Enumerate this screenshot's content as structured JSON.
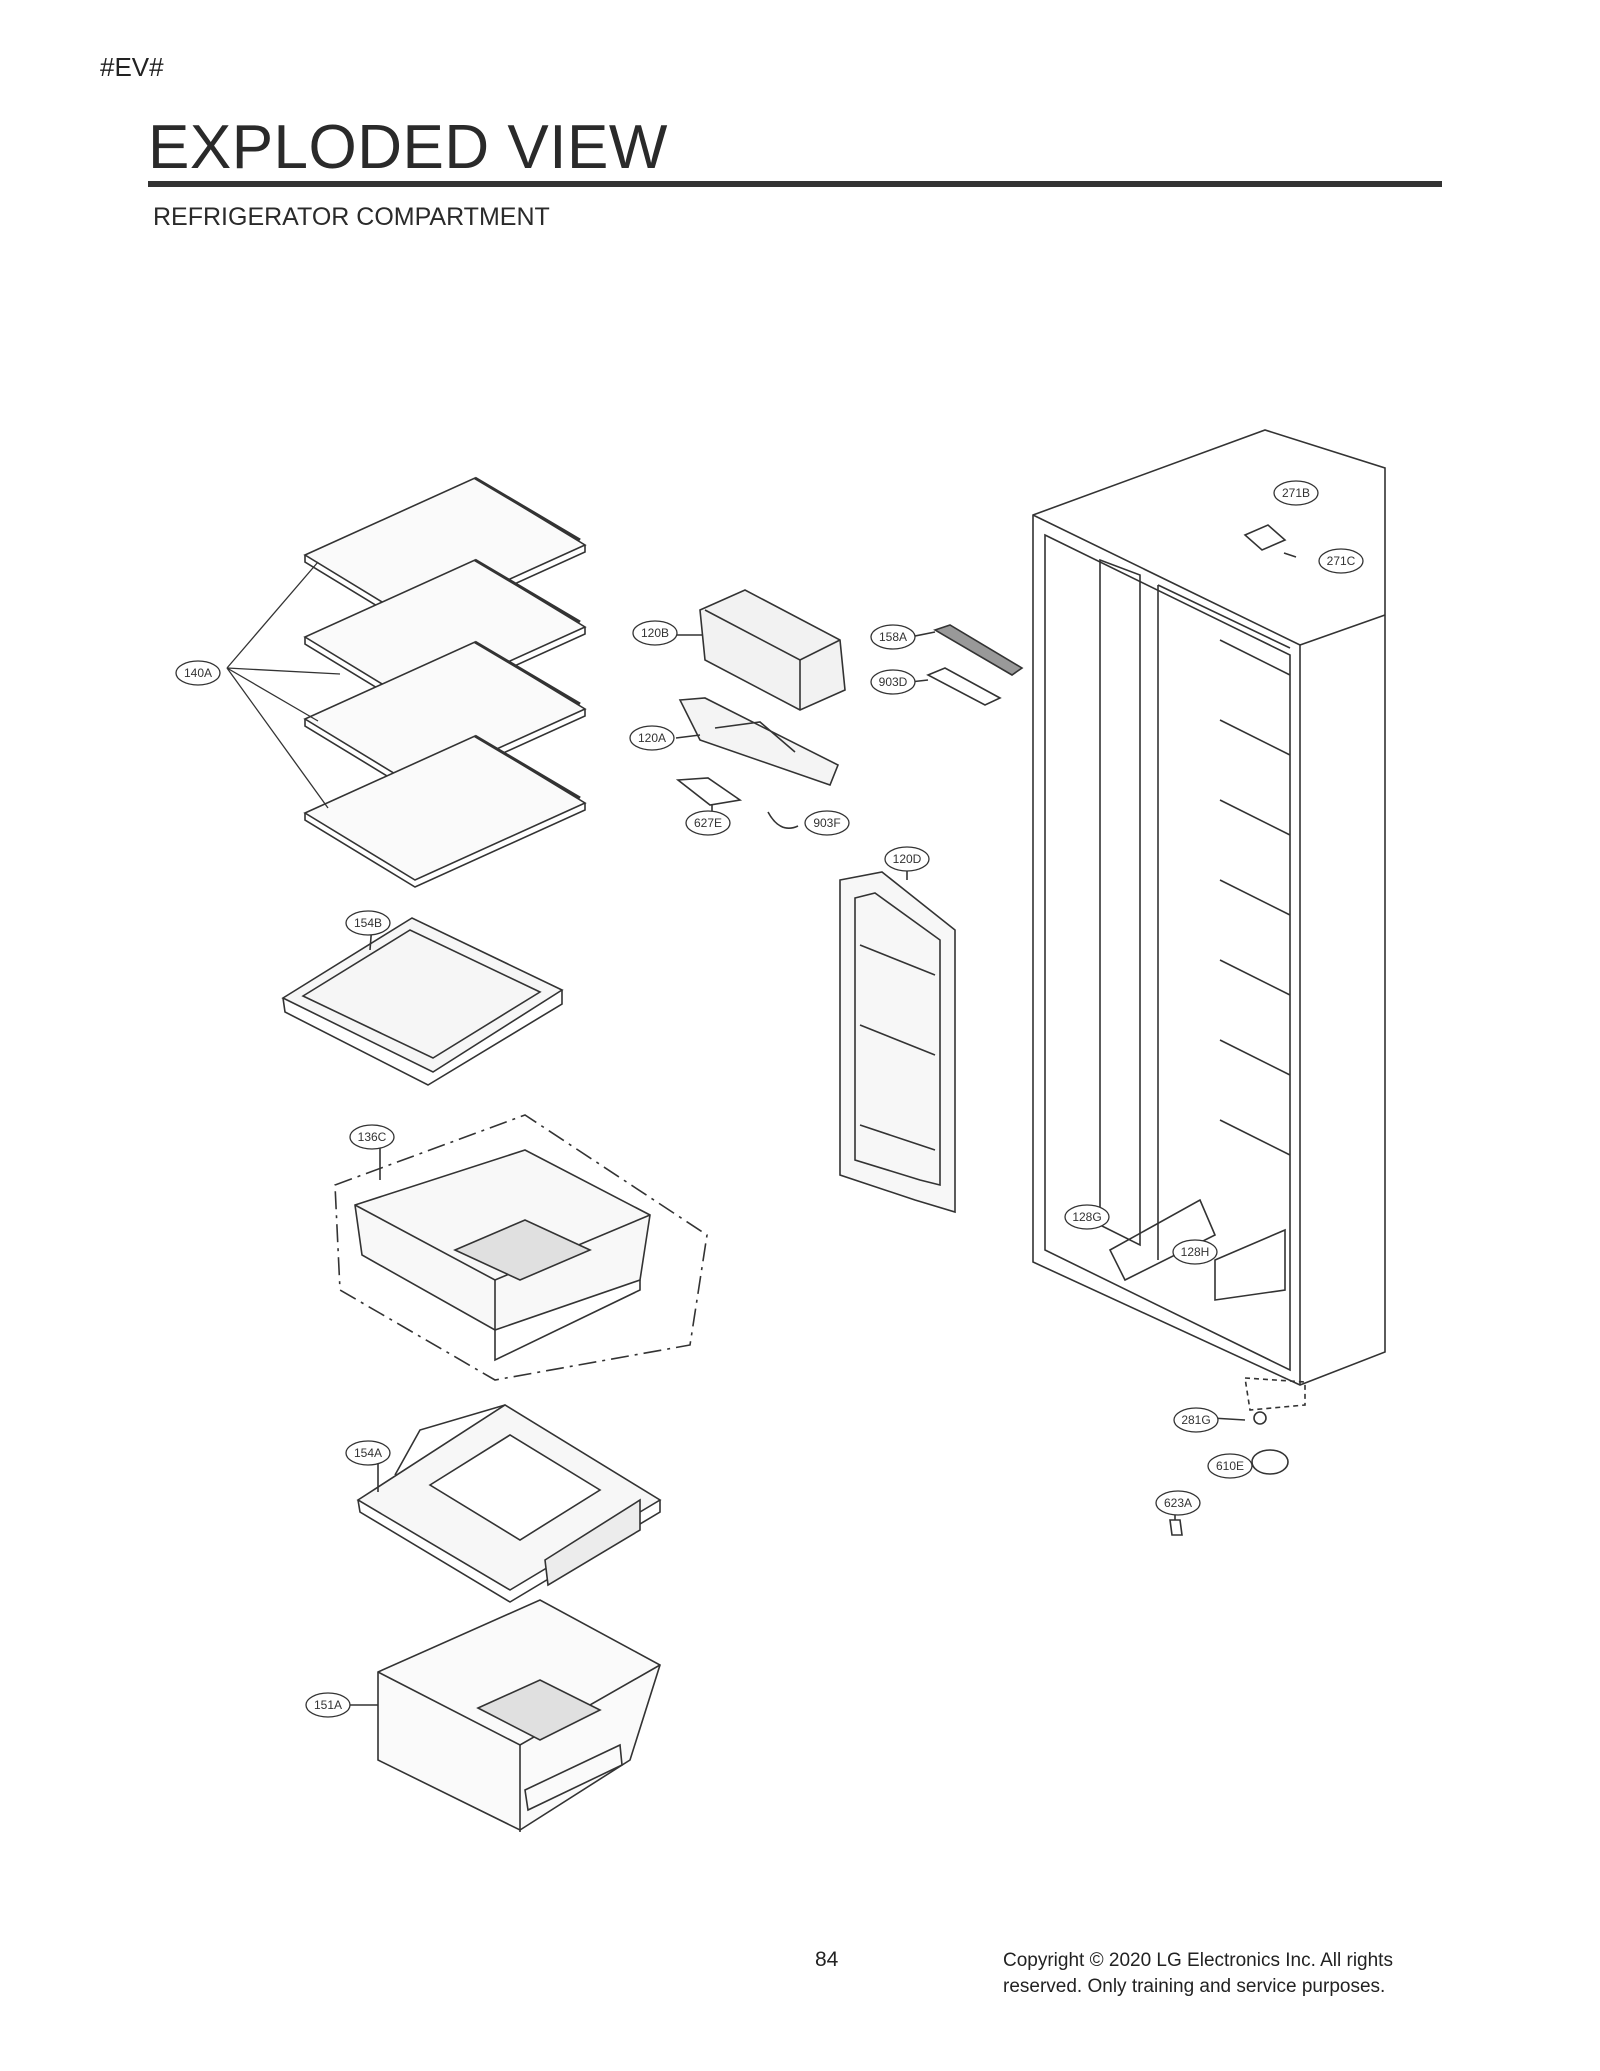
{
  "header": {
    "tag": "#EV#",
    "title": "EXPLODED VIEW",
    "subtitle": "REFRIGERATOR COMPARTMENT"
  },
  "callouts": {
    "c140A": "140A",
    "c120B": "120B",
    "c120A": "120A",
    "c627E": "627E",
    "c903F": "903F",
    "c158A": "158A",
    "c903D": "903D",
    "c120D": "120D",
    "c271B": "271B",
    "c271C": "271C",
    "c154B": "154B",
    "c136C": "136C",
    "c154A": "154A",
    "c151A": "151A",
    "c128G": "128G",
    "c128H": "128H",
    "c281G": "281G",
    "c610E": "610E",
    "c623A": "623A"
  },
  "footer": {
    "page_number": "84",
    "copyright_line1": "Copyright © 2020 LG Electronics Inc. All rights",
    "copyright_line2": "reserved. Only training and service purposes."
  }
}
